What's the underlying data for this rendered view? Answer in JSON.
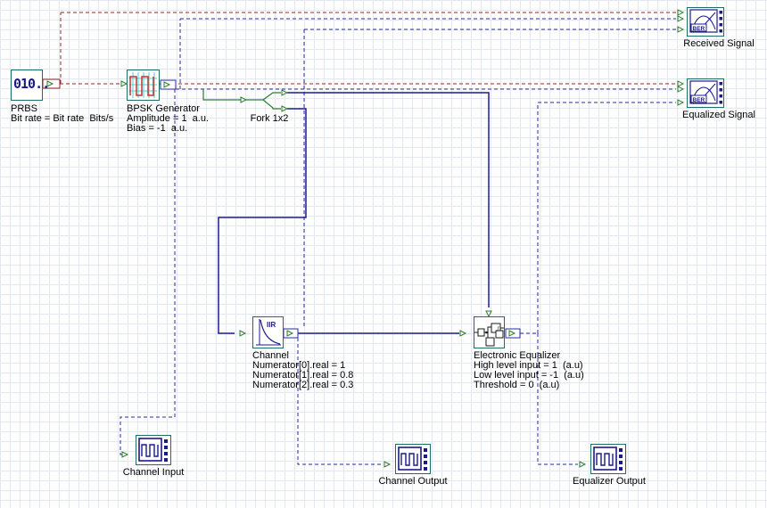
{
  "app": {
    "view": "schematic-canvas"
  },
  "colors": {
    "grid": "#e3e8f2",
    "block_border": "#1d6e66",
    "icon_navy": "#1a1a8c",
    "wire_red_dashed": "#98262a",
    "wire_blue_dashed": "#2a2aaa",
    "wire_navy_solid": "#1a1a96",
    "wire_green": "#2e7d32",
    "bpsk_grid_cyan": "#4ed2d2",
    "bpsk_wave_red": "#c23333"
  },
  "blocks": {
    "prbs": {
      "name": "PRBS",
      "icon_text": "010..",
      "param": "Bit rate = Bit rate  Bits/s"
    },
    "bpsk": {
      "name": "BPSK Generator",
      "params": [
        "Amplitude = 1  a.u.",
        "Bias = -1  a.u."
      ]
    },
    "fork": {
      "name": "Fork 1x2"
    },
    "channel": {
      "name": "Channel",
      "icon_label": "IIR",
      "params": [
        "Numerator[0].real = 1",
        "Numerator[1].real = 0.8",
        "Numerator[2].real = 0.3"
      ]
    },
    "equalizer": {
      "name": "Electronic Equalizer",
      "params": [
        "High level input = 1  (a.u)",
        "Low level input = -1  (a.u)",
        "Threshold = 0  (a.u)"
      ]
    },
    "received_signal": {
      "name": "Received Signal",
      "icon_label": "BER"
    },
    "equalized_signal": {
      "name": "Equalized Signal",
      "icon_label": "BER"
    },
    "channel_input": {
      "name": "Channel Input"
    },
    "channel_output": {
      "name": "Channel Output"
    },
    "equalizer_output": {
      "name": "Equalizer Output"
    }
  },
  "connections": [
    {
      "from": "PRBS",
      "to": "BPSK Generator",
      "style": "red-dashed"
    },
    {
      "from": "PRBS",
      "to": "Received Signal port 1",
      "style": "red-dashed"
    },
    {
      "from": "PRBS",
      "to": "Equalized Signal port 1",
      "style": "red-dashed"
    },
    {
      "from": "BPSK Generator",
      "to": "Received Signal port 2",
      "style": "blue-dashed"
    },
    {
      "from": "BPSK Generator",
      "to": "Equalized Signal port 2",
      "style": "blue-dashed"
    },
    {
      "from": "BPSK Generator",
      "to": "Channel Input scope",
      "style": "blue-dashed"
    },
    {
      "from": "BPSK Generator",
      "to": "Fork 1x2",
      "style": "green-solid"
    },
    {
      "from": "Fork 1x2 out 1",
      "to": "Electronic Equalizer top input",
      "style": "navy-solid"
    },
    {
      "from": "Fork 1x2 out 2",
      "to": "Channel",
      "style": "navy-solid"
    },
    {
      "from": "Channel",
      "to": "Electronic Equalizer",
      "style": "navy-solid"
    },
    {
      "from": "Channel",
      "to": "Received Signal port 3",
      "style": "blue-dashed"
    },
    {
      "from": "Channel",
      "to": "Channel Output scope",
      "style": "blue-dashed"
    },
    {
      "from": "Electronic Equalizer",
      "to": "Equalized Signal port 3",
      "style": "blue-dashed"
    },
    {
      "from": "Electronic Equalizer",
      "to": "Equalizer Output scope",
      "style": "blue-dashed"
    }
  ]
}
